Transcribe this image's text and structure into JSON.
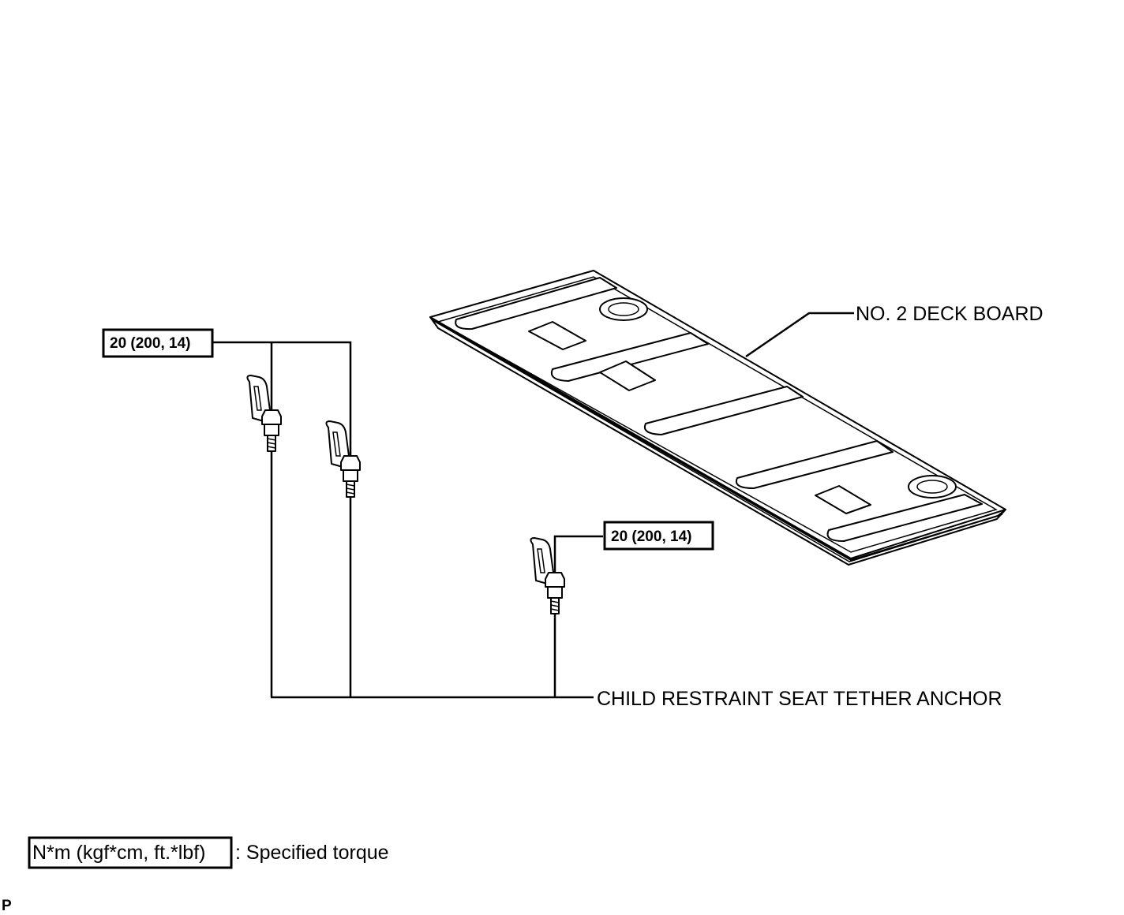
{
  "labels": {
    "deck_board": "NO. 2 DECK BOARD",
    "tether_anchor": "CHILD RESTRAINT SEAT TETHER ANCHOR",
    "torque_left": "20 (200, 14)",
    "torque_right": "20 (200, 14)",
    "legend_box": "N*m (kgf*cm, ft.*lbf)",
    "legend_text": ": Specified torque",
    "corner_mark": "P"
  }
}
